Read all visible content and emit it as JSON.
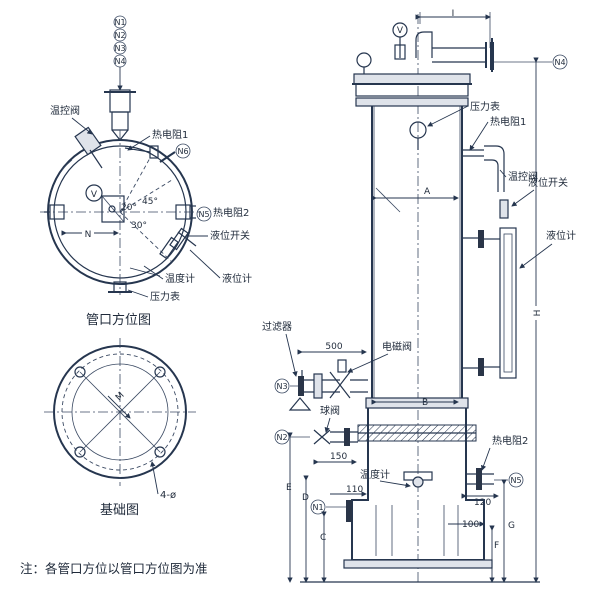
{
  "nozzles": {
    "n1": "N1",
    "n2": "N2",
    "n3": "N3",
    "n4": "N4",
    "n5": "N5",
    "n6": "N6"
  },
  "plan_view": {
    "title": "管口方位图",
    "temp_valve": "温控阀",
    "thermal_resistor_1": "热电阻1",
    "thermal_resistor_2": "热电阻2",
    "level_switch": "液位开关",
    "level_gauge": "液位计",
    "thermometer": "温度计",
    "pressure_gauge": "压力表",
    "angle_20": "20°",
    "angle_45": "45°",
    "angle_30": "30°",
    "dim_n": "N",
    "v_mark": "V"
  },
  "base_view": {
    "title": "基础图",
    "dim_m": "M",
    "holes": "4-ø"
  },
  "elevation": {
    "dim_i": "I",
    "v_mark": "V",
    "pressure_gauge": "压力表",
    "thermal_resistor_1": "热电阻1",
    "temp_valve": "温控阀",
    "level_switch": "液位开关",
    "level_gauge": "液位计",
    "dim_a": "A",
    "dim_b": "B",
    "dim_h": "H",
    "filter": "过滤器",
    "dim_500": "500",
    "solenoid_valve": "电磁阀",
    "ball_valve": "球阀",
    "dim_150": "150",
    "thermometer": "温度计",
    "dim_110": "110",
    "thermal_resistor_2": "热电阻2",
    "dim_120": "120",
    "dim_100": "100",
    "dim_e": "E",
    "dim_d": "D",
    "dim_c": "C",
    "dim_g": "G",
    "dim_f": "F"
  },
  "note": "注：各管口方位以管口方位图为准"
}
